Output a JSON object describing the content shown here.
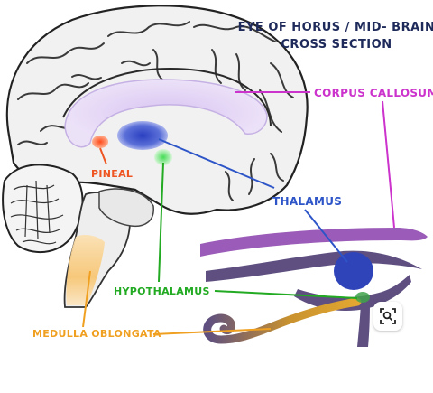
{
  "title": {
    "line1": "EYE OF HORUS / MID- BRAIN",
    "line2": "CROSS SECTION"
  },
  "labels": {
    "corpus_callosum": "CORPUS CALLOSUM",
    "pineal": "PINEAL",
    "thalamus": "THALAMUS",
    "hypothalamus": "HYPOTHALAMUS",
    "medulla_oblongata": "MEDULLA OBLONGATA"
  },
  "colors": {
    "title": "#1e2a5a",
    "corpus_callosum": "#cc33cc",
    "pineal": "#ee5522",
    "thalamus": "#2d55c8",
    "hypothalamus": "#22aa22",
    "medulla_oblongata": "#f0a020",
    "eye_stroke": "#5e4f80",
    "eyebrow": "#9b5bb8"
  },
  "icons": {
    "visual_search": "lens-search-icon"
  }
}
